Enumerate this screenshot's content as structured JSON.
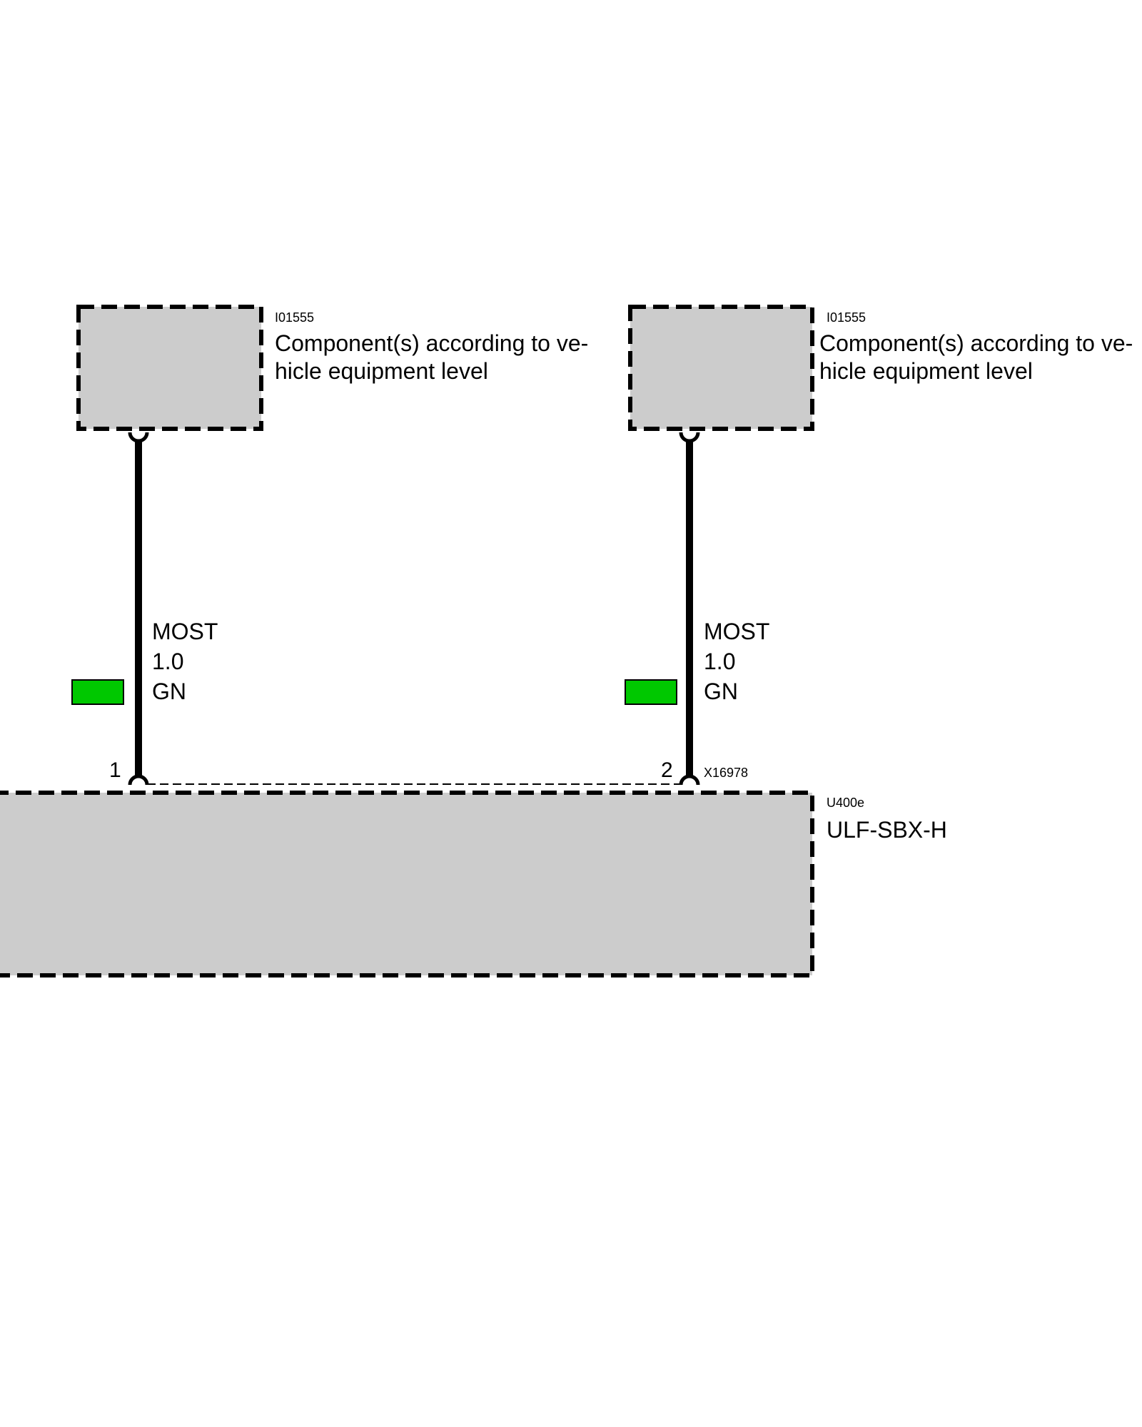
{
  "components": {
    "left": {
      "code": "I01555",
      "desc_line1": "Component(s) according to ve-",
      "desc_line2": "hicle equipment level"
    },
    "right": {
      "code": "I01555",
      "desc_line1": "Component(s) according to ve-",
      "desc_line2": "hicle equipment level"
    },
    "bottom": {
      "code": "U400e",
      "name": "ULF-SBX-H"
    }
  },
  "connector": {
    "code": "X16978",
    "pin_left": "1",
    "pin_right": "2"
  },
  "wires": {
    "left": {
      "type": "MOST",
      "size": "1.0",
      "color_code": "GN",
      "swatch_color": "#00c800"
    },
    "right": {
      "type": "MOST",
      "size": "1.0",
      "color_code": "GN",
      "swatch_color": "#00c800"
    }
  },
  "colors": {
    "component_fill": "#cccccc",
    "wire": "#000000"
  }
}
